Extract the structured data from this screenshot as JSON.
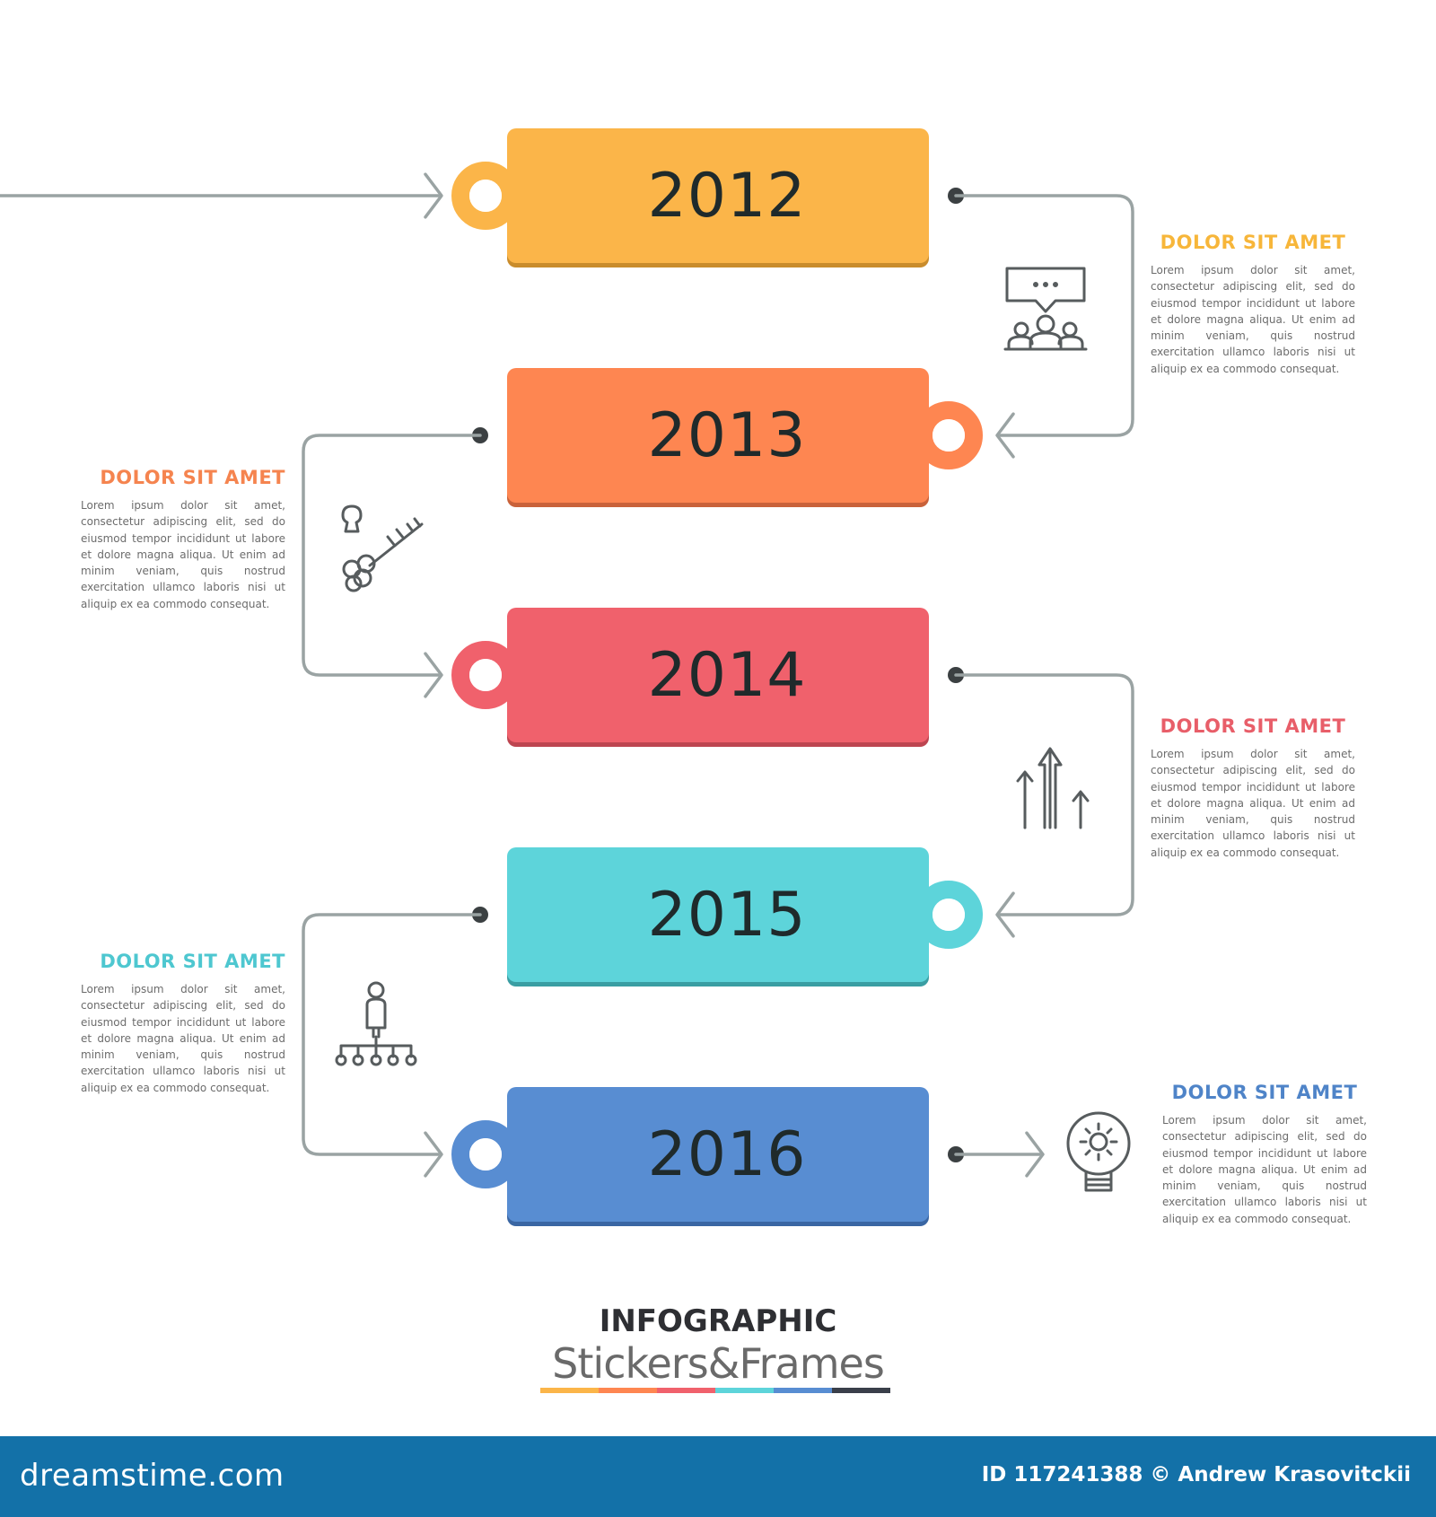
{
  "colors": {
    "line": "#9aa3a3",
    "dot": "#3b4042",
    "icon": "#575c5e"
  },
  "steps": [
    {
      "year": "2012",
      "color": "#fbb549",
      "shade": "#c98c2c",
      "icon": "meeting-chat-icon",
      "heading": "DOLOR SIT AMET",
      "heading_color": "#f7b63a",
      "text": "Lorem ipsum dolor sit amet, consectetur adipiscing elit, sed do eiusmod tempor incididunt ut labore et dolore magna aliqua. Ut enim ad minim veniam, quis nostrud exercitation ullamco laboris nisi ut aliquip ex ea commodo consequat."
    },
    {
      "year": "2013",
      "color": "#fe8651",
      "shade": "#c9623a",
      "icon": "key-icon",
      "heading": "DOLOR SIT AMET",
      "heading_color": "#f5844f",
      "text": "Lorem ipsum dolor sit amet, consectetur adipiscing elit, sed do eiusmod tempor incididunt ut labore et dolore magna aliqua. Ut enim ad minim veniam, quis nostrud exercitation ullamco laboris nisi ut aliquip ex ea commodo consequat."
    },
    {
      "year": "2014",
      "color": "#f0616c",
      "shade": "#bd4550",
      "icon": "growth-arrows-icon",
      "heading": "DOLOR SIT AMET",
      "heading_color": "#e85e69",
      "text": "Lorem ipsum dolor sit amet, consectetur adipiscing elit, sed do eiusmod tempor incididunt ut labore et dolore magna aliqua. Ut enim ad minim veniam, quis nostrud exercitation ullamco laboris nisi ut aliquip ex ea commodo consequat."
    },
    {
      "year": "2015",
      "color": "#5dd4da",
      "shade": "#3a9ea3",
      "icon": "person-network-icon",
      "heading": "DOLOR SIT AMET",
      "heading_color": "#4ec7d0",
      "text": "Lorem ipsum dolor sit amet, consectetur adipiscing elit, sed do eiusmod tempor incididunt ut labore et dolore magna aliqua. Ut enim ad minim veniam, quis nostrud exercitation ullamco laboris nisi ut aliquip ex ea commodo consequat."
    },
    {
      "year": "2016",
      "color": "#588dd2",
      "shade": "#3a66a3",
      "icon": "lightbulb-gear-icon",
      "heading": "DOLOR SIT AMET",
      "heading_color": "#4f84c8",
      "text": "Lorem ipsum dolor sit amet, consectetur adipiscing elit, sed do eiusmod tempor incididunt ut labore et dolore magna aliqua. Ut enim ad minim veniam, quis nostrud exercitation ullamco laboris nisi ut aliquip ex ea commodo consequat."
    }
  ],
  "footer": {
    "title": "INFOGRAPHIC",
    "subtitle": "Stickers&Frames",
    "bar_colors": [
      "#fbb549",
      "#fe8651",
      "#f0616c",
      "#5dd4da",
      "#588dd2",
      "#3a3f4a"
    ]
  },
  "banner": {
    "brand": "dreamstime.com",
    "credit": "ID 117241388 © Andrew Krasovitckii"
  }
}
